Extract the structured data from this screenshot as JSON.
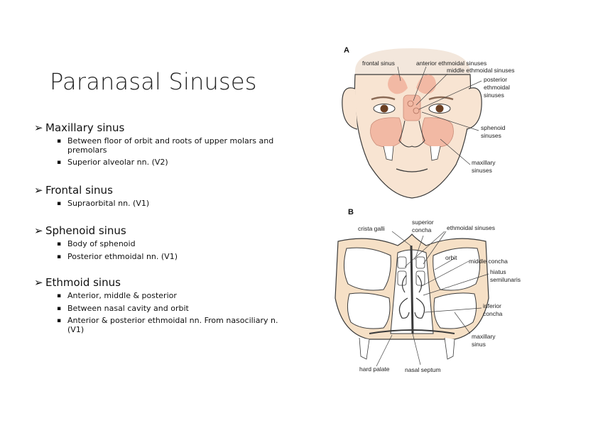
{
  "slide": {
    "title": "Paranasal Sinuses",
    "sections": [
      {
        "heading": "Maxillary sinus",
        "bullets": [
          "Between floor of orbit and roots of upper molars and premolars",
          "Superior alveolar nn. (V2)"
        ]
      },
      {
        "heading": "Frontal sinus",
        "bullets": [
          "Supraorbital nn. (V1)"
        ]
      },
      {
        "heading": "Sphenoid sinus",
        "bullets": [
          "Body of sphenoid",
          "Posterior ethmoidal nn. (V1)"
        ]
      },
      {
        "heading": "Ethmoid sinus",
        "bullets": [
          "Anterior, middle & posterior",
          "Between nasal cavity and orbit",
          "Anterior & posterior ethmoidal nn. From nasociliary n. (V1)"
        ]
      }
    ]
  },
  "figure": {
    "panel_a": {
      "letter": "A",
      "labels": {
        "frontal": "frontal sinus",
        "anterior_ethmoidal": "anterior ethmoidal sinuses",
        "middle_ethmoidal": "middle ethmoidal sinuses",
        "posterior_1": "posterior",
        "posterior_2": "ethmoidal",
        "posterior_3": "sinuses",
        "sphenoid_1": "sphenoid",
        "sphenoid_2": "sinuses",
        "maxillary_1": "maxillary",
        "maxillary_2": "sinuses"
      }
    },
    "panel_b": {
      "letter": "B",
      "labels": {
        "crista_galli": "crista galli",
        "superior_concha_1": "superior",
        "superior_concha_2": "concha",
        "ethmoidal_sinuses": "ethmoidal sinuses",
        "orbit": "orbit",
        "middle_concha": "middle concha",
        "hiatus_1": "hiatus",
        "hiatus_2": "semilunaris",
        "inferior_concha_1": "inferior",
        "inferior_concha_2": "concha",
        "maxillary_1": "maxillary",
        "maxillary_2": "sinus",
        "hard_palate": "hard palate",
        "nasal_septum": "nasal septum"
      }
    }
  },
  "colors": {
    "skin": "#f8e4d2",
    "sinus": "#f2b9a4",
    "bone": "#f6e0c6",
    "outline": "#3a3a3a",
    "hair": "#f3e7dc"
  }
}
